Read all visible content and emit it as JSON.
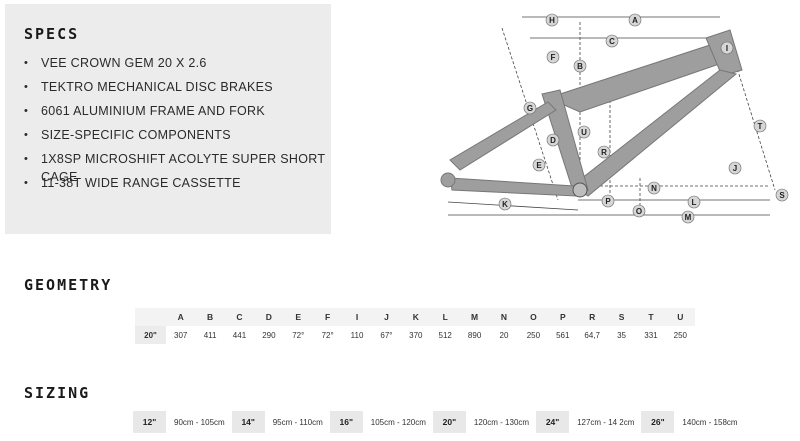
{
  "specs": {
    "title": "SPECS",
    "items": [
      "VEE CROWN GEM 20 X 2.6",
      "TEKTRO MECHANICAL DISC BRAKES",
      "6061 ALUMINIUM FRAME AND FORK",
      "SIZE-SPECIFIC COMPONENTS",
      "1X8SP MICROSHIFT ACOLYTE SUPER SHORT CAGE",
      "11-38T WIDE RANGE CASSETTE"
    ],
    "bullet": "•"
  },
  "diagram": {
    "labels": [
      "H",
      "A",
      "C",
      "F",
      "B",
      "I",
      "G",
      "U",
      "D",
      "R",
      "T",
      "E",
      "J",
      "N",
      "K",
      "P",
      "L",
      "S",
      "O",
      "M"
    ],
    "frame_color": "#9e9e9e"
  },
  "geometry": {
    "title": "GEOMETRY",
    "corner": "",
    "columns": [
      "A",
      "B",
      "C",
      "D",
      "E",
      "F",
      "I",
      "J",
      "K",
      "L",
      "M",
      "N",
      "O",
      "P",
      "R",
      "S",
      "T",
      "U"
    ],
    "rows": [
      {
        "size": "20\"",
        "values": [
          "307",
          "411",
          "441",
          "290",
          "72°",
          "72°",
          "110",
          "67°",
          "370",
          "512",
          "890",
          "20",
          "250",
          "561",
          "64,7",
          "35",
          "331",
          "250"
        ]
      }
    ]
  },
  "sizing": {
    "title": "SIZING",
    "entries": [
      {
        "size": "12\"",
        "range": "90cm - 105cm"
      },
      {
        "size": "14\"",
        "range": "95cm - 110cm"
      },
      {
        "size": "16\"",
        "range": "105cm - 120cm"
      },
      {
        "size": "20\"",
        "range": "120cm - 130cm"
      },
      {
        "size": "24\"",
        "range": "127cm - 14 2cm"
      },
      {
        "size": "26\"",
        "range": "140cm - 158cm"
      }
    ]
  }
}
